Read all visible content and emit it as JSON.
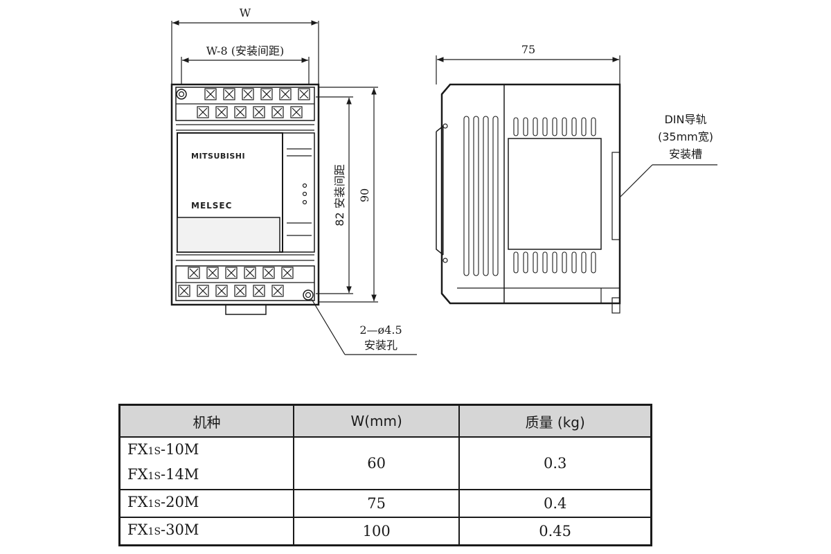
{
  "drawing": {
    "front": {
      "width_label": "W",
      "mount_pitch_label": "W-8 (安装间距)",
      "mount_height_label": "82 安装间距",
      "height_label": "90",
      "brand": "MITSUBISHI",
      "series": "MELSEC",
      "hole_note_line1": "2—ø4.5",
      "hole_note_line2": "安装孔"
    },
    "side": {
      "depth_label": "75",
      "din_note_line1": "DIN导轨",
      "din_note_line2": "(35mm宽)",
      "din_note_line3": "安装槽"
    }
  },
  "table": {
    "headers": [
      "机种",
      "W(mm)",
      "质量 (kg)"
    ],
    "rows": [
      {
        "models": [
          {
            "prefix": "FX",
            "sub": "1S",
            "suffix": "-10M"
          },
          {
            "prefix": "FX",
            "sub": "1S",
            "suffix": "-14M"
          }
        ],
        "w": "60",
        "mass": "0.3"
      },
      {
        "models": [
          {
            "prefix": "FX",
            "sub": "1S",
            "suffix": "-20M"
          }
        ],
        "w": "75",
        "mass": "0.4"
      },
      {
        "models": [
          {
            "prefix": "FX",
            "sub": "1S",
            "suffix": "-30M"
          }
        ],
        "w": "100",
        "mass": "0.45"
      }
    ]
  }
}
